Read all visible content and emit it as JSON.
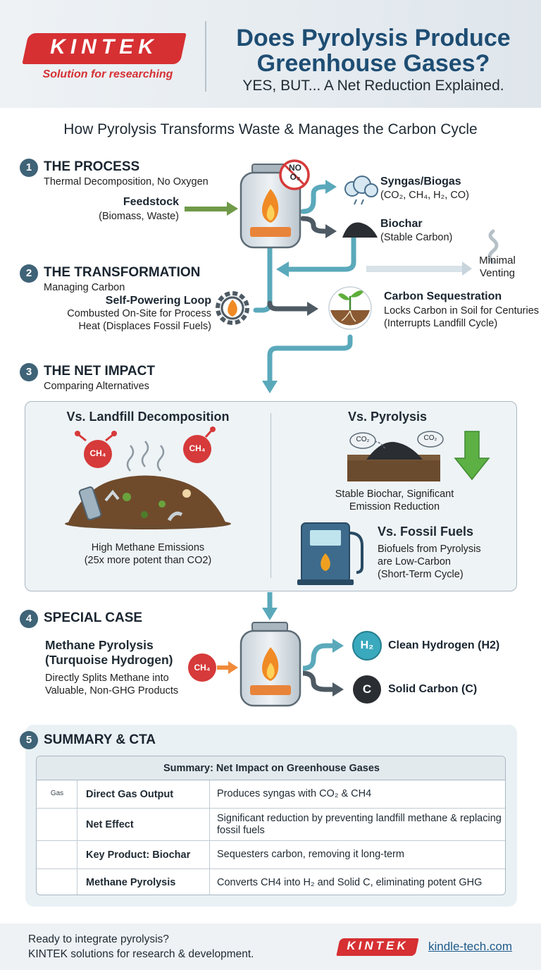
{
  "header": {
    "logo": "KINTEK",
    "tagline": "Solution for researching",
    "title_line1": "Does Pyrolysis Produce",
    "title_line2": "Greenhouse Gases?",
    "subtitle": "YES, BUT... A Net Reduction Explained."
  },
  "main_heading": "How Pyrolysis Transforms Waste & Manages the Carbon Cycle",
  "process": {
    "num": "1",
    "title": "THE PROCESS",
    "subtitle": "Thermal Decomposition, No Oxygen",
    "feedstock": "Feedstock",
    "feedstock_sub": "(Biomass, Waste)",
    "no_o2_1": "NO",
    "no_o2_2": "O₂",
    "syngas": "Syngas/Biogas",
    "syngas_sub": "(CO₂, CH₄, H₂, CO)",
    "biochar": "Biochar",
    "biochar_sub": "(Stable Carbon)",
    "venting_1": "Minimal",
    "venting_2": "Venting"
  },
  "transformation": {
    "num": "2",
    "title": "THE TRANSFORMATION",
    "subtitle": "Managing Carbon",
    "loop_title": "Self-Powering Loop",
    "loop_1": "Combusted On-Site for Process",
    "loop_2": "Heat (Displaces Fossil Fuels)",
    "seq_title": "Carbon Sequestration",
    "seq_1": "Locks Carbon in Soil for Centuries",
    "seq_2": "(Interrupts Landfill Cycle)"
  },
  "net_impact": {
    "num": "3",
    "title": "THE NET IMPACT",
    "subtitle": "Comparing Alternatives",
    "landfill_title": "Vs. Landfill Decomposition",
    "landfill_1": "High Methane Emissions",
    "landfill_2": "(25x more potent than CO2)",
    "ch4": "CH₄",
    "pyro_title": "Vs. Pyrolysis",
    "pyro_1": "Stable Biochar, Significant",
    "pyro_2": "Emission Reduction",
    "co2": "CO₂",
    "fossil_title": "Vs. Fossil Fuels",
    "fossil_1": "Biofuels from Pyrolysis",
    "fossil_2": "are Low-Carbon",
    "fossil_3": "(Short-Term Cycle)"
  },
  "special": {
    "num": "4",
    "title": "SPECIAL CASE",
    "mp_1": "Methane Pyrolysis",
    "mp_2": "(Turquoise Hydrogen)",
    "desc_1": "Directly Splits Methane into",
    "desc_2": "Valuable, Non-GHG Products",
    "ch4": "CH₄",
    "h2_badge": "H₂",
    "h2_label": "Clean Hydrogen (H2)",
    "c_badge": "C",
    "c_label": "Solid Carbon (C)"
  },
  "summary": {
    "num": "5",
    "title": "SUMMARY & CTA",
    "table_title": "Summary: Net Impact on Greenhouse Gases",
    "gas_icon_text": "Gas",
    "rows": [
      {
        "feature": "Direct Gas Output",
        "desc": "Produces syngas with CO₂ & CH4",
        "icon": "gas-cloud-icon"
      },
      {
        "feature": "Net Effect",
        "desc": "Significant reduction by preventing landfill methane & replacing fossil fuels",
        "icon": "down-arrow-icon"
      },
      {
        "feature": "Key Product: Biochar",
        "desc": "Sequesters carbon, removing it long-term",
        "icon": "sprout-icon"
      },
      {
        "feature": "Methane Pyrolysis",
        "desc": "Converts CH4 into H₂ and Solid C, eliminating potent GHG",
        "icon": "molecule-icon"
      }
    ]
  },
  "footer": {
    "line1": "Ready to integrate pyrolysis?",
    "line2": "KINTEK solutions for research & development.",
    "logo": "KINTEK",
    "url": "kindle-tech.com"
  },
  "colors": {
    "brand_red": "#d63033",
    "title_blue": "#1e4d73",
    "flow_blue": "#5aa9bb",
    "flow_gray": "#4e5a63",
    "green": "#5f9e3f"
  }
}
